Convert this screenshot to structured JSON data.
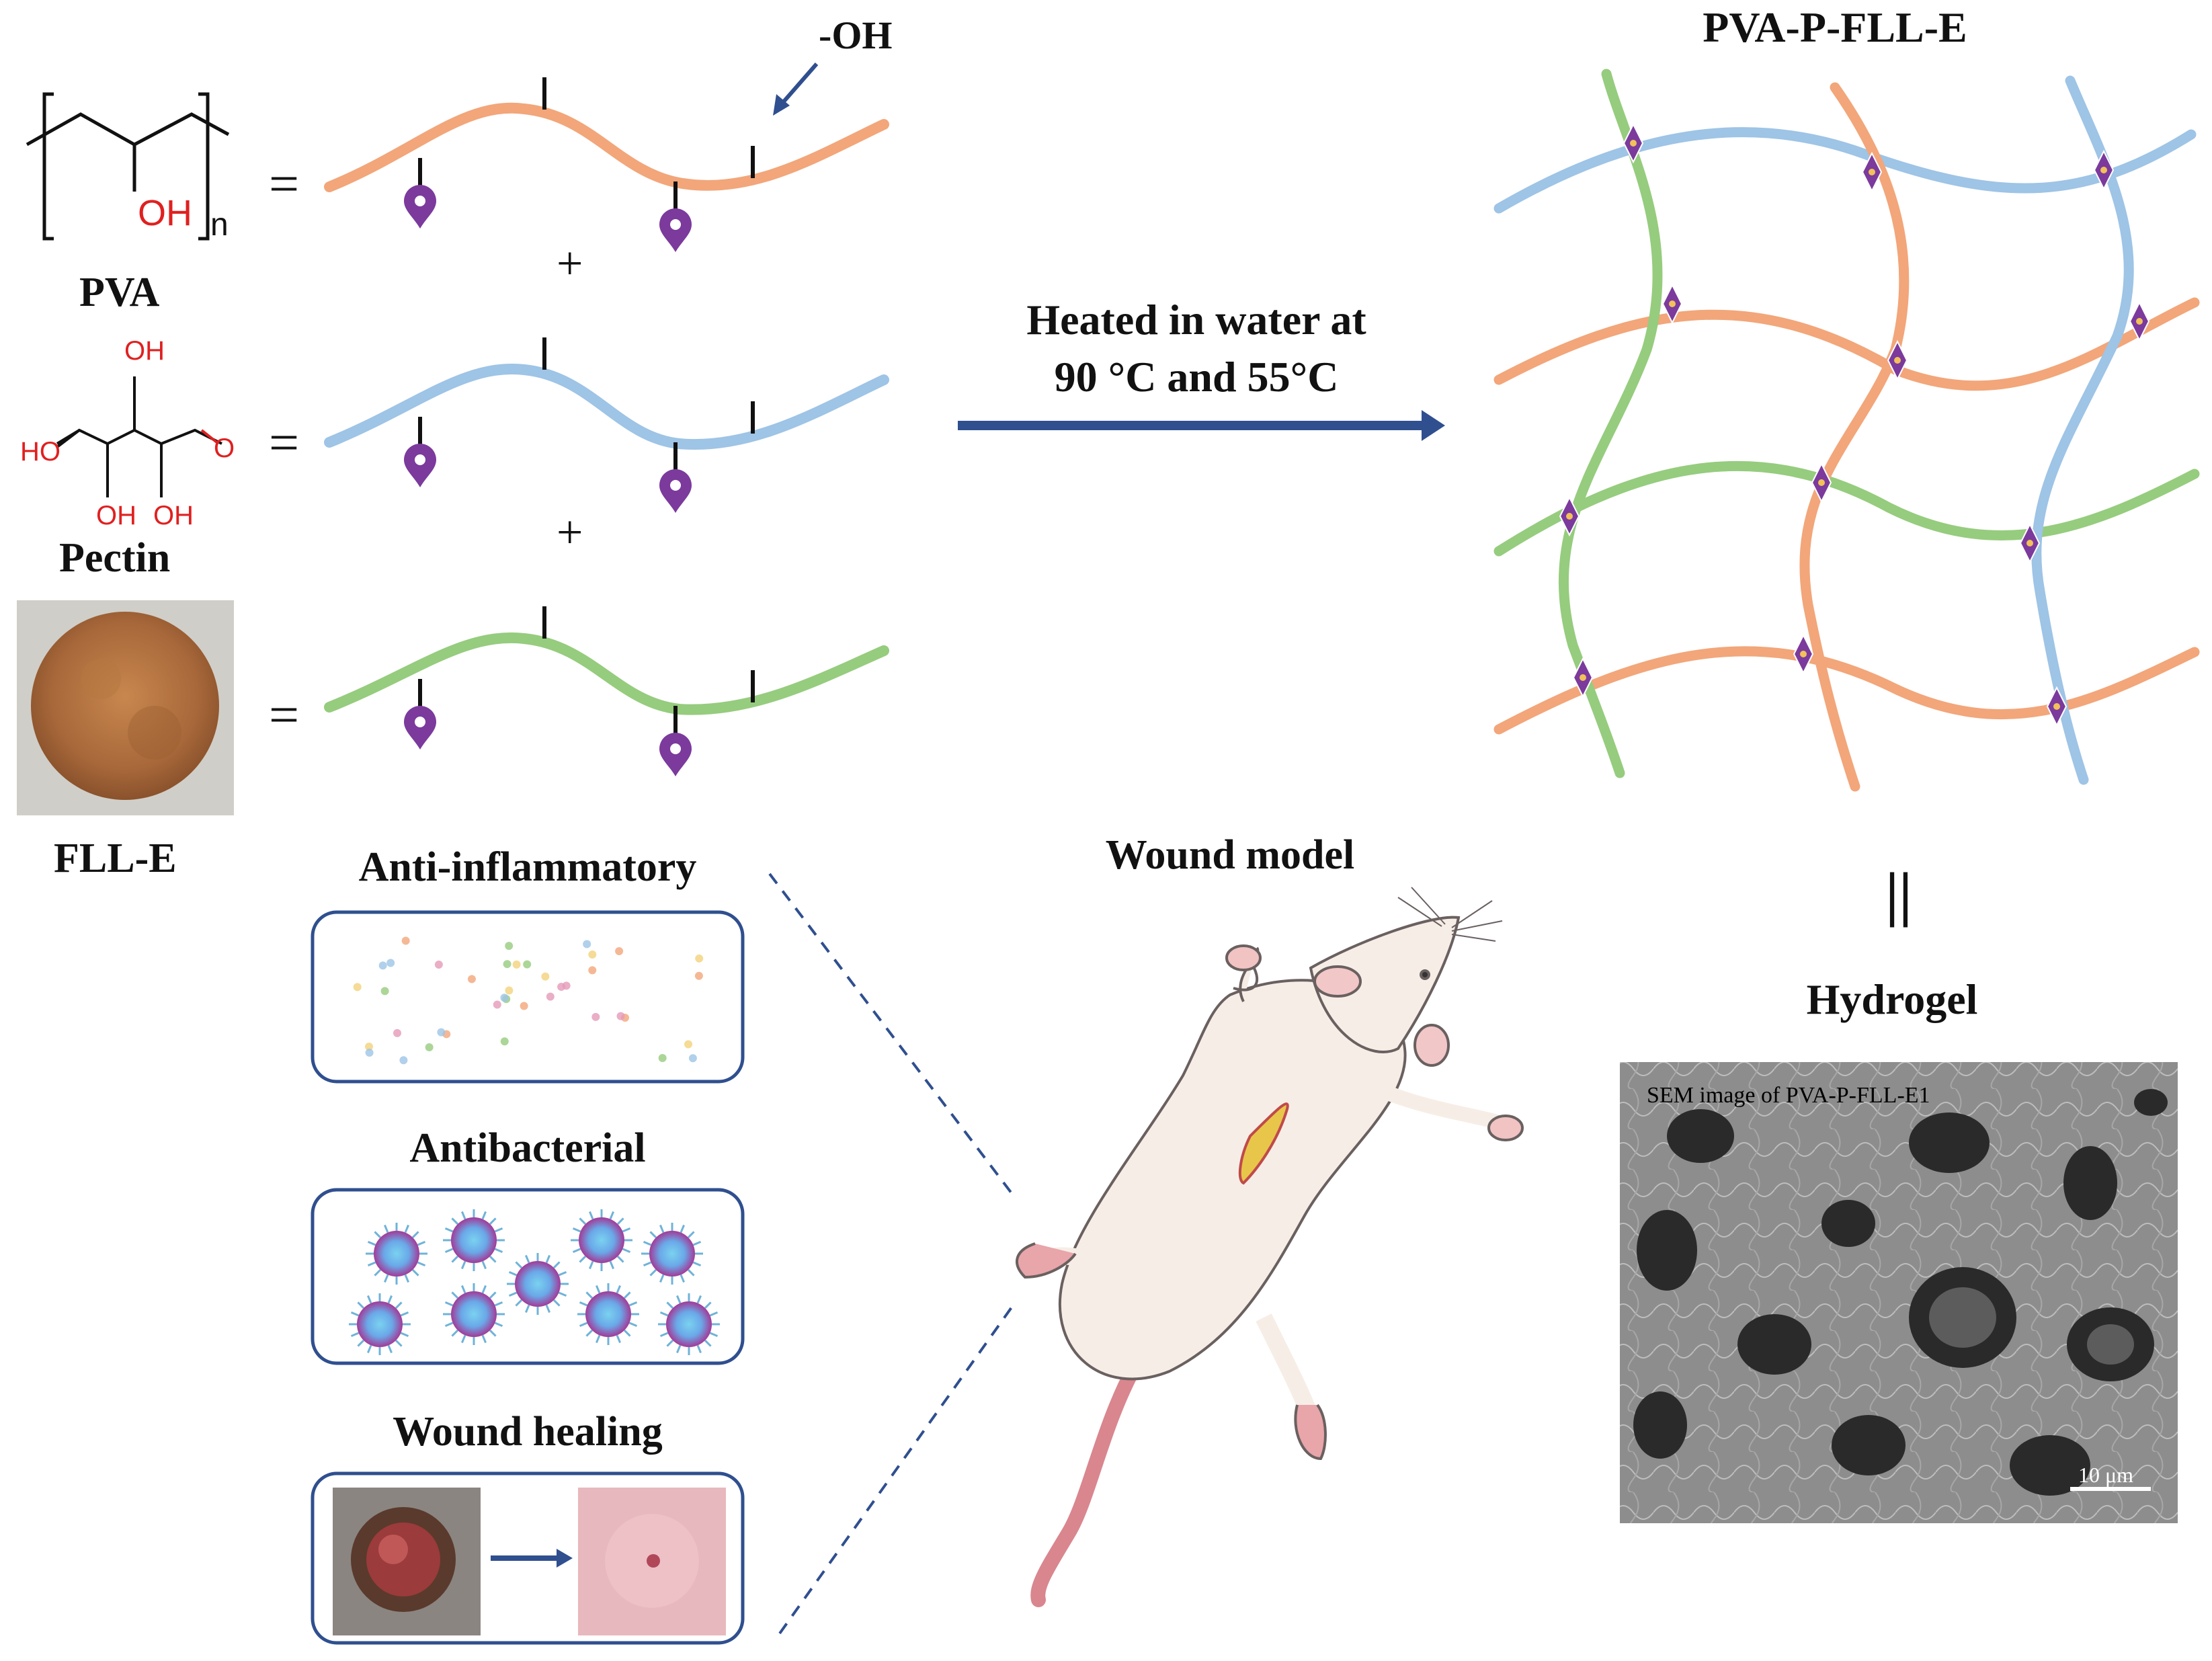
{
  "labels": {
    "oh_label": "-OH",
    "pva": "PVA",
    "pectin": "Pectin",
    "flle": "FLL-E",
    "product": "PVA-P-FLL-E",
    "heated_line1": "Heated in water at",
    "heated_line2": "90 °C and 55°C",
    "wound_model": "Wound model",
    "hydrogel": "Hydrogel",
    "parallel": "||",
    "equals": "=",
    "plus": "+"
  },
  "chem": {
    "pva_oh": "OH",
    "pva_n": "n",
    "pectin_oh_top": "OH",
    "pectin_ho": "HO",
    "pectin_oh_b1": "OH",
    "pectin_oh_b2": "OH",
    "pectin_o": "O"
  },
  "properties": {
    "anti_inflammatory": "Anti-inflammatory",
    "antibacterial": "Antibacterial",
    "wound_healing": "Wound healing"
  },
  "sem": {
    "caption": "SEM image of PVA-P-FLL-E1",
    "scale": "10 μm"
  },
  "colors": {
    "pva_chain": "#f2a67a",
    "pectin_chain": "#9ec4e6",
    "flle_chain": "#96cc7e",
    "hydroxyl_pin": "#7b3a9c",
    "arrow": "#2f4f8f",
    "chem_red": "#e02020",
    "box_border": "#2f4f8f"
  }
}
